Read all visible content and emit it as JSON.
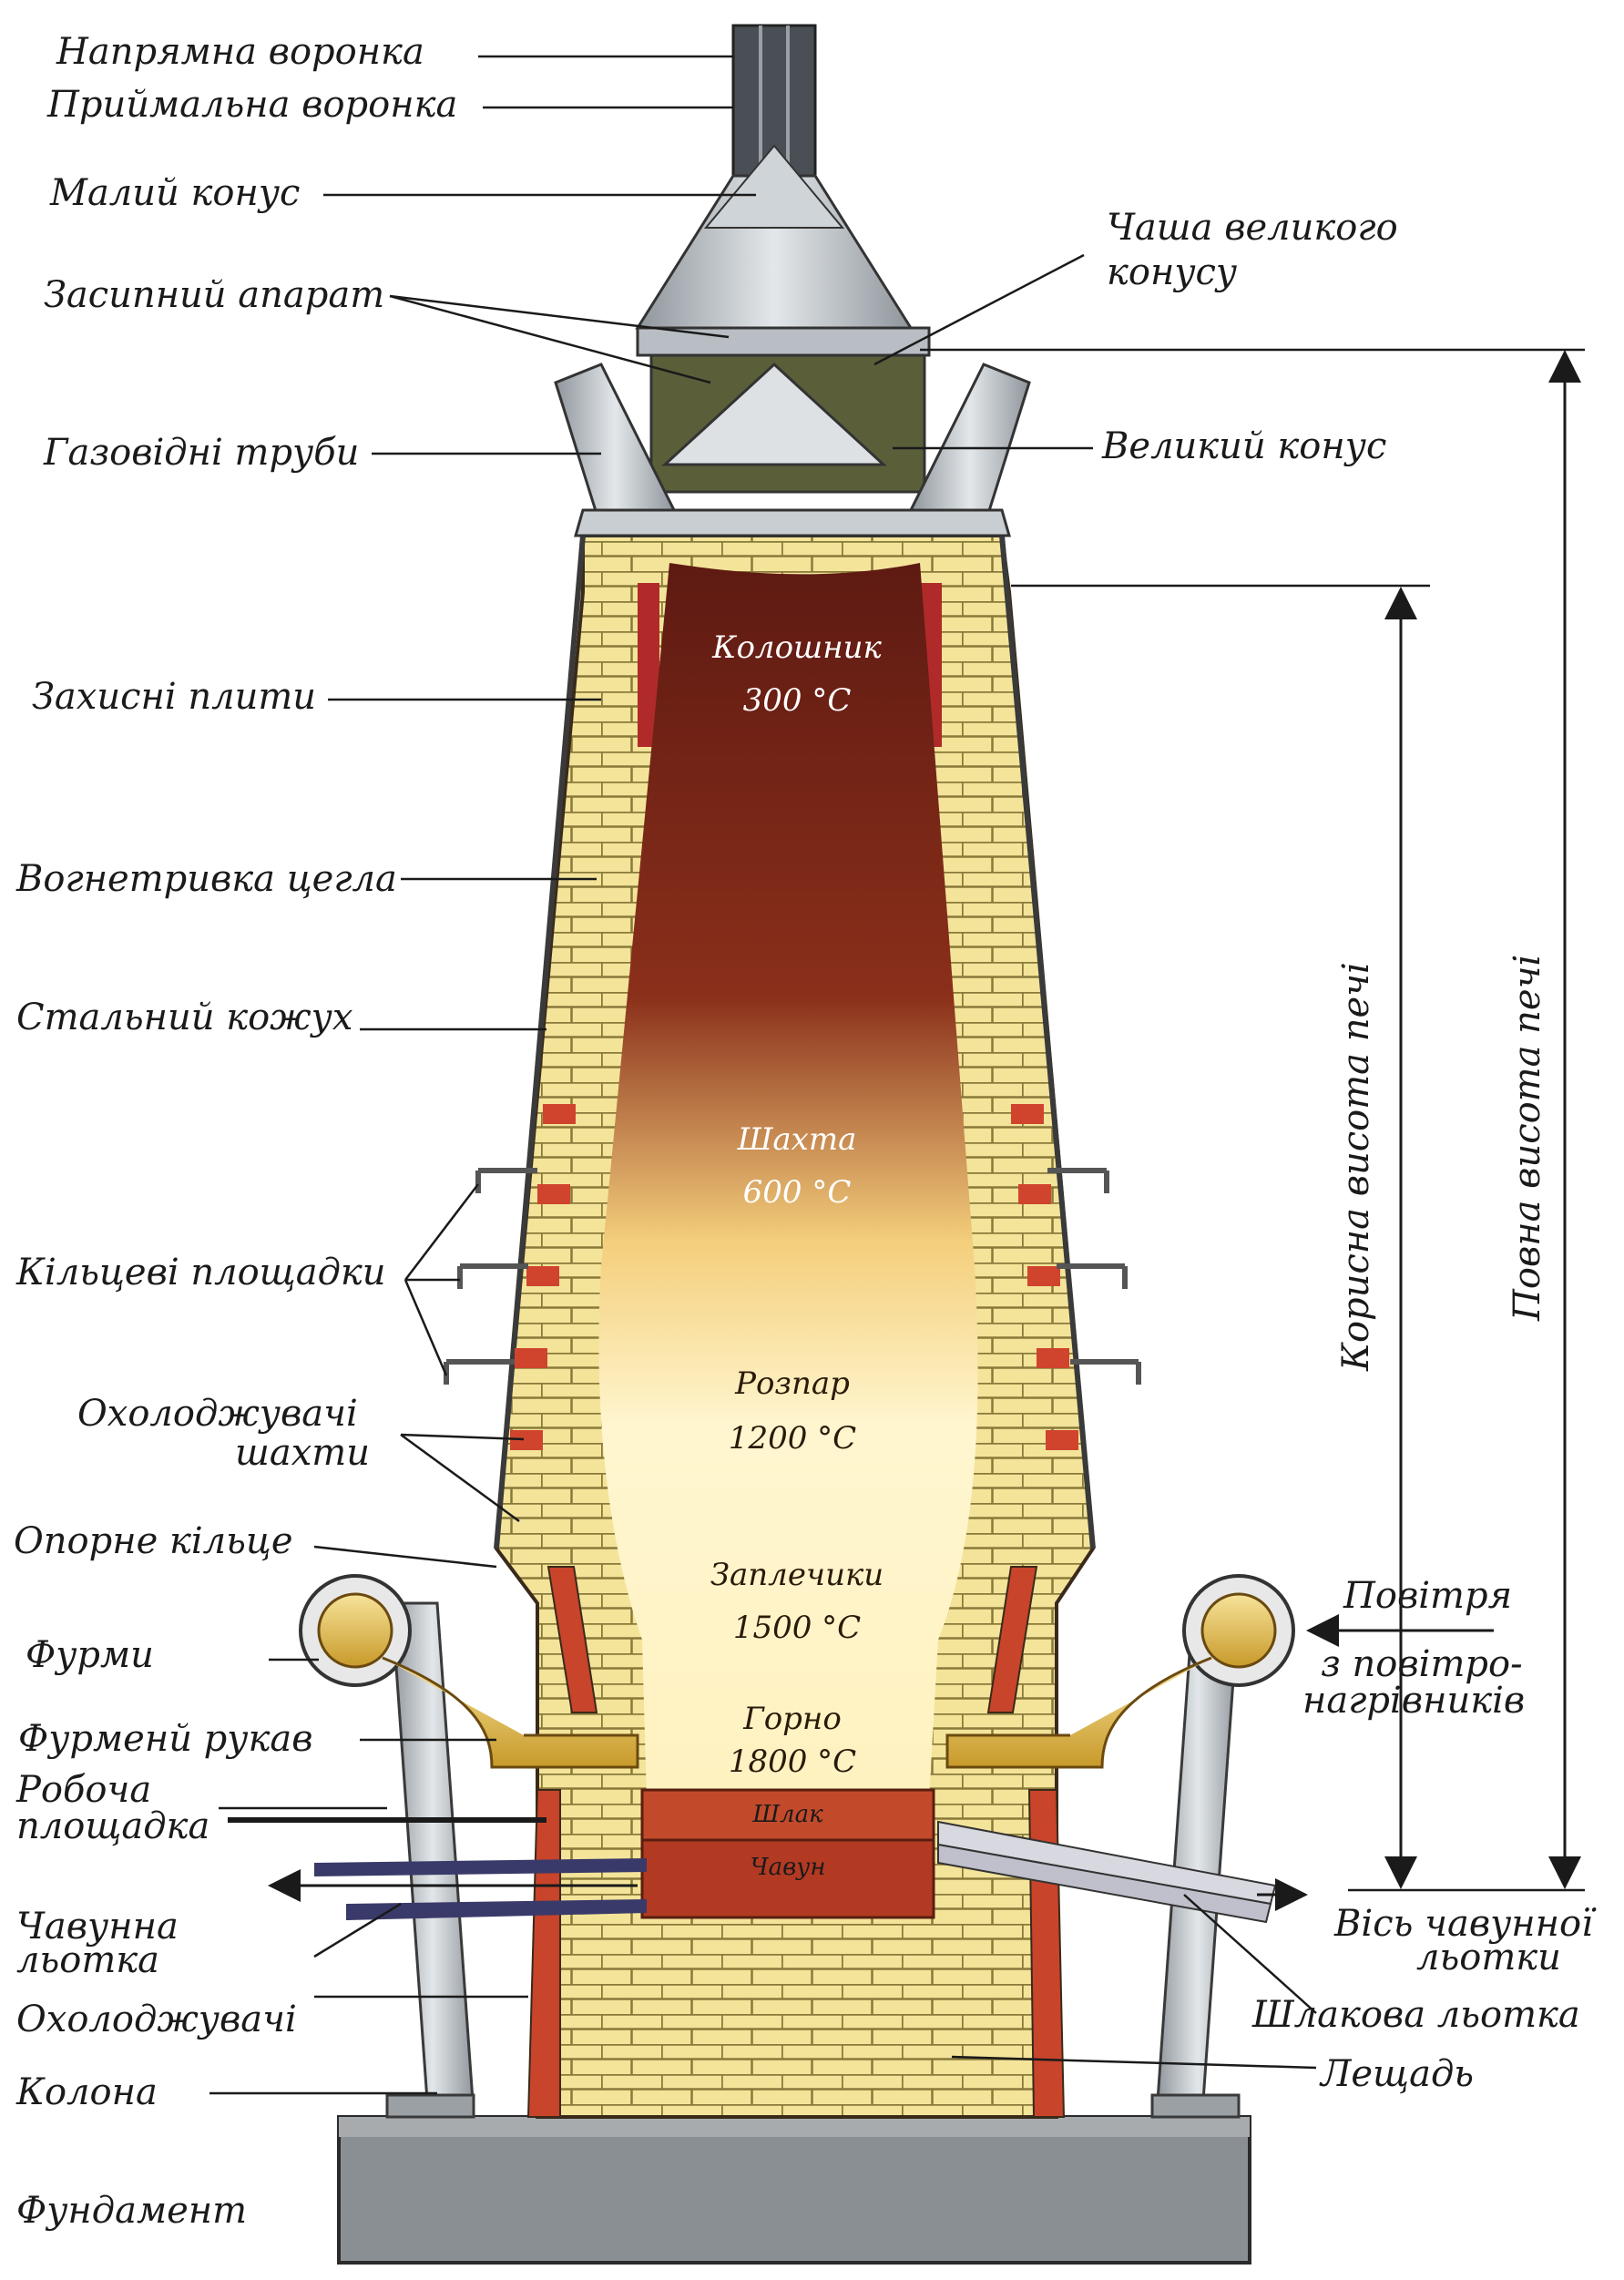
{
  "labels": {
    "guide_funnel": "Напрямна воронка",
    "receiving_funnel": "Приймальна воронка",
    "small_cone": "Малий конус",
    "charging_apparatus": "Засипний апарат",
    "gas_pipes": "Газовідні труби",
    "bell_cup_line1": "Чаша великого",
    "bell_cup_line2": "конусу",
    "large_cone": "Великий конус",
    "protective_plates": "Захисні плити",
    "refractory_brick": "Вогнетривка цегла",
    "steel_shell": "Стальний кожух",
    "ring_platforms": "Кільцеві площадки",
    "shaft_coolers_line1": "Охолоджувачі",
    "shaft_coolers_line2": "шахти",
    "support_ring": "Опорне кільце",
    "tuyeres": "Фурми",
    "tuyere_sleeve": "Фурменй рукав",
    "work_platform_line1": "Робоча",
    "work_platform_line2": "площадка",
    "iron_notch_line1": "Чавунна",
    "iron_notch_line2": "льотка",
    "coolers": "Охолоджувачі",
    "column": "Колона",
    "foundation": "Фундамент",
    "air": "Повітря",
    "from_heaters_line1": "з повітро-",
    "from_heaters_line2": "нагрівників",
    "iron_notch_axis_line1": "Вісь чавунної",
    "iron_notch_axis_line2": "льотки",
    "slag_notch": "Шлакова льотка",
    "hearth_bottom": "Лещадь",
    "useful_height": "Корисна висота печі",
    "full_height": "Повна висота печі"
  },
  "zones": [
    {
      "name": "Колошник",
      "temp": "300 °C"
    },
    {
      "name": "Шахта",
      "temp": "600 °C"
    },
    {
      "name": "Розпар",
      "temp": "1200 °C"
    },
    {
      "name": "Заплечики",
      "temp": "1500 °C"
    },
    {
      "name": "Горно",
      "temp": "1800 °C"
    }
  ],
  "layers": {
    "slag": "Шлак",
    "iron": "Чавун"
  }
}
